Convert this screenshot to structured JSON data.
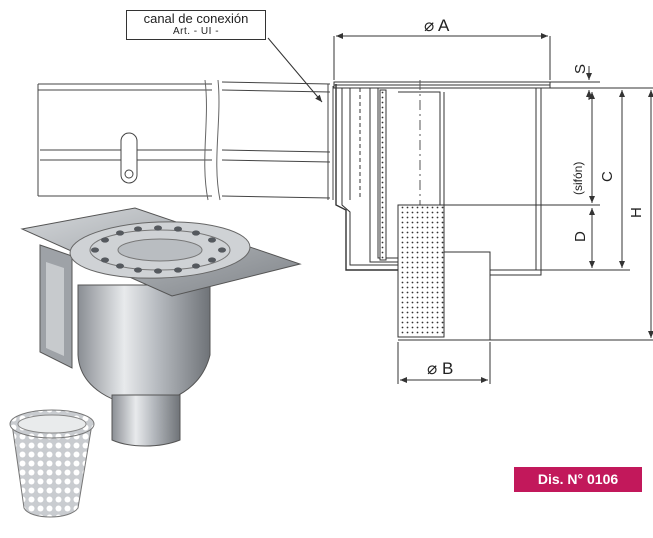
{
  "callout": {
    "line1": "canal de conexión",
    "line2": "Art. - UI -"
  },
  "dims": {
    "A": "⌀ A",
    "B": "⌀ B",
    "S": "S",
    "C": "C",
    "siphon": "(sifón)",
    "D": "D",
    "H": "H"
  },
  "badge": {
    "text": "Dis. N° 0106",
    "color": "#c2185b"
  }
}
